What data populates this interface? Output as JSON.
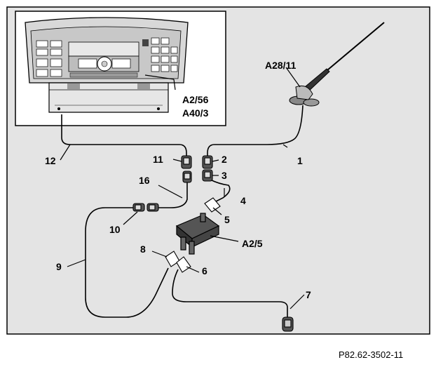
{
  "labels": {
    "a28_11": "A28/11",
    "a2_56": "A2/56",
    "a40_3": "A40/3",
    "a2_5": "A2/5",
    "n1": "1",
    "n2": "2",
    "n3": "3",
    "n4": "4",
    "n5": "5",
    "n6": "6",
    "n7": "7",
    "n8": "8",
    "n9": "9",
    "n10": "10",
    "n11": "11",
    "n12": "12",
    "n16": "16"
  },
  "reference_code": "P82.62-3502-11"
}
